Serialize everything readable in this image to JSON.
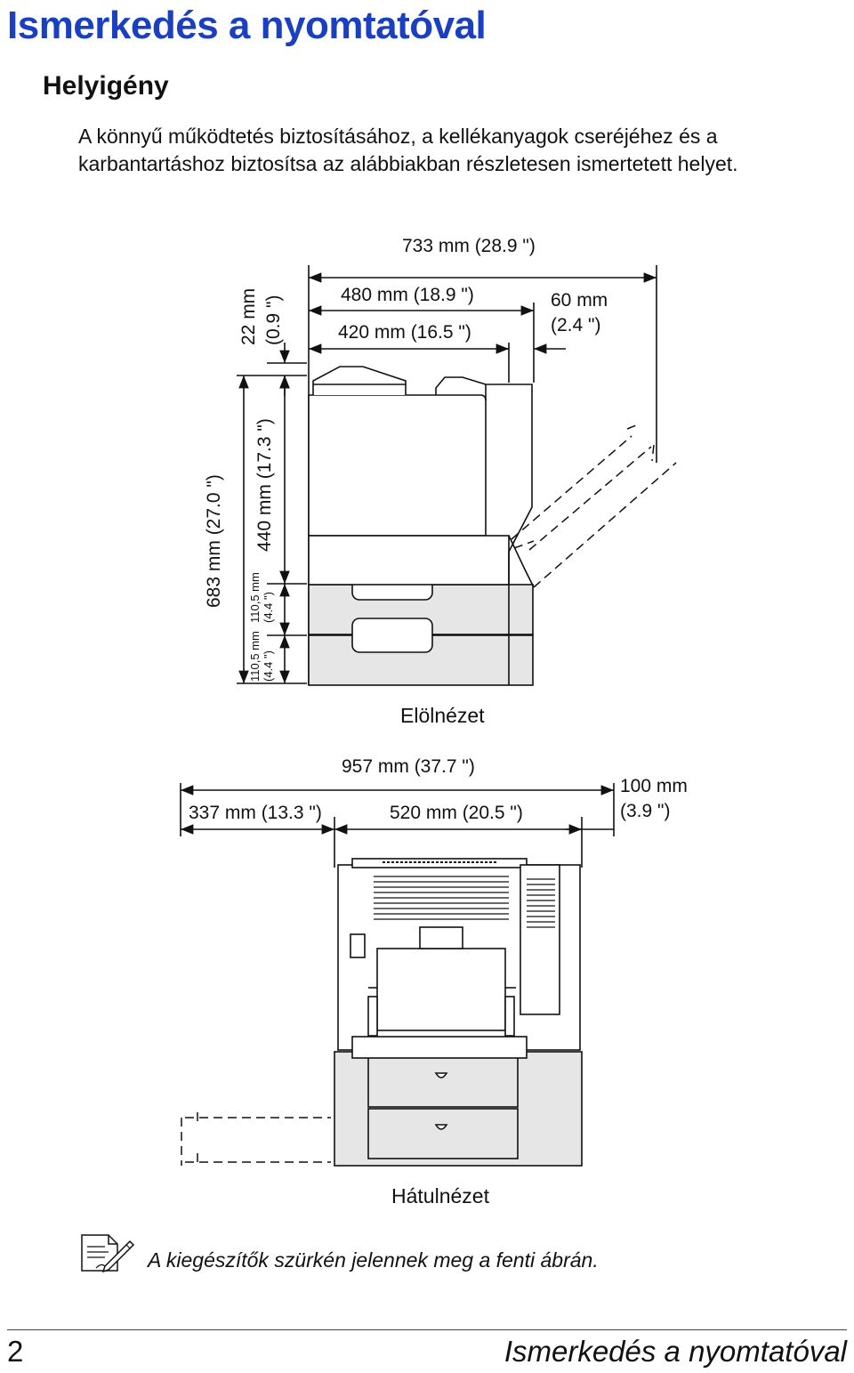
{
  "header": {
    "title": "Ismerkedés a nyomtatóval"
  },
  "section": {
    "title": "Helyigény",
    "intro": "A könnyű működtetés biztosításához, a kellékanyagok cseréjéhez és a karbantartáshoz biztosítsa az alábbiakban részletesen ismertetett helyet."
  },
  "front_view": {
    "caption": "Elölnézet",
    "dims": {
      "total_width": "733 mm (28.9 \")",
      "width_480": "480 mm (18.9 \")",
      "width_420": "420 mm (16.5 \")",
      "right_60_line1": "60 mm",
      "right_60_line2": "(2.4 \")",
      "top_22_line1": "22 mm",
      "top_22_line2": "(0.9 \")",
      "height_683": "683 mm (27.0 \")",
      "height_440": "440 mm (17.3 \")",
      "tray_upper_line1": "110,5 mm",
      "tray_upper_line2": "(4.4 \")",
      "tray_lower_line1": "110,5 mm",
      "tray_lower_line2": "(4.4 \")"
    }
  },
  "rear_view": {
    "caption": "Hátulnézet",
    "dims": {
      "total_width": "957 mm (37.7 \")",
      "left_337": "337 mm (13.3 \")",
      "width_520": "520 mm (20.5 \")",
      "right_100_line1": "100 mm",
      "right_100_line2": "(3.9 \")"
    }
  },
  "note": {
    "icon": "note-pencil-icon",
    "text": "A kiegészítők szürkén jelennek meg a fenti ábrán."
  },
  "footer": {
    "page_number": "2",
    "title": "Ismerkedés a nyomtatóval"
  },
  "colors": {
    "title_blue": "#1a3fbf",
    "accessory_gray": "#e6e6e6"
  }
}
